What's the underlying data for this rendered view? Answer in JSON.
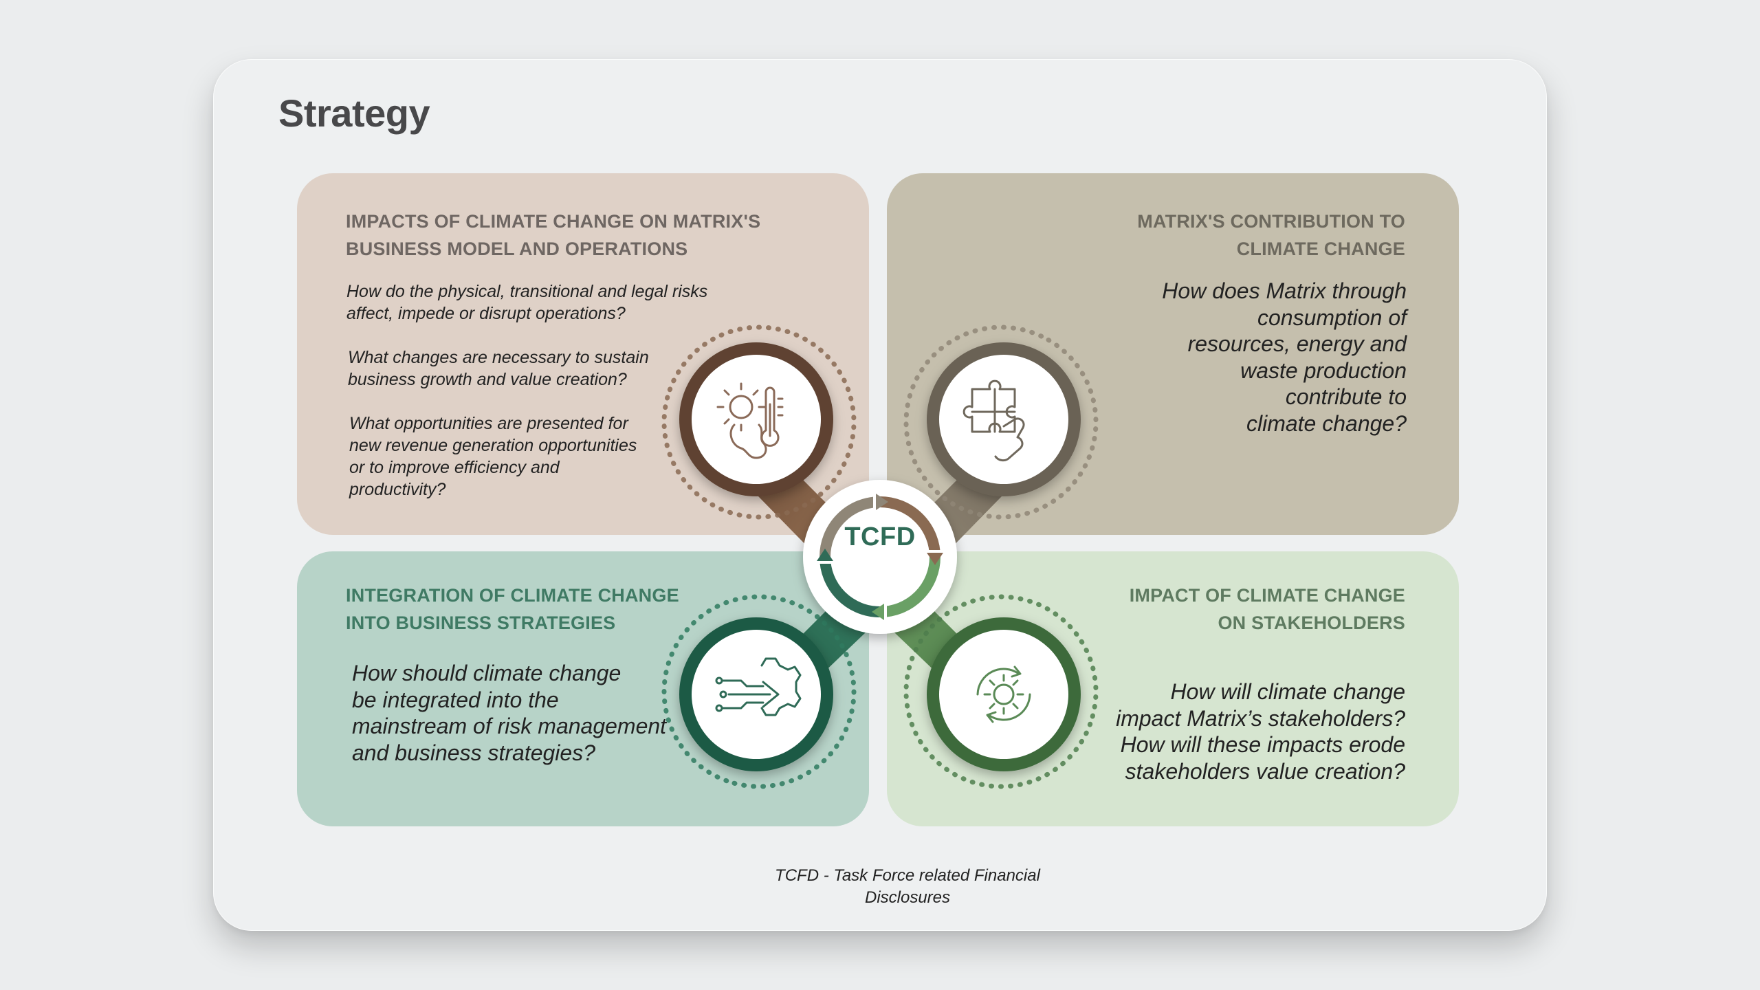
{
  "title": "Strategy",
  "quadrants": {
    "top_left": {
      "heading": [
        "IMPACTS OF CLIMATE CHANGE ON MATRIX'S",
        "BUSINESS MODEL AND OPERATIONS"
      ],
      "questions": [
        [
          "How do the physical, transitional and legal risks",
          "affect, impede or disrupt operations?"
        ],
        [
          "What changes are necessary to sustain",
          "business growth and value creation?"
        ],
        [
          "What opportunities are presented for",
          "new revenue generation opportunities",
          "or to improve efficiency and",
          "productivity?"
        ]
      ],
      "icon": "climate-thermometer-icon"
    },
    "top_right": {
      "heading": [
        "MATRIX'S CONTRIBUTION TO",
        "CLIMATE CHANGE"
      ],
      "question": [
        "How does Matrix through",
        "consumption of",
        "resources, energy and",
        "waste production",
        "contribute to",
        "climate change?"
      ],
      "icon": "puzzle-hand-icon"
    },
    "bottom_left": {
      "heading": [
        "INTEGRATION OF CLIMATE CHANGE",
        "INTO BUSINESS STRATEGIES"
      ],
      "question": [
        "How should climate change",
        "be integrated into the",
        "mainstream of risk management",
        "and business strategies?"
      ],
      "icon": "gear-circuit-arrow-icon"
    },
    "bottom_right": {
      "heading": [
        "IMPACT OF CLIMATE CHANGE",
        "ON STAKEHOLDERS"
      ],
      "question": [
        "How will climate change",
        "impact Matrix’s stakeholders?",
        "How will these impacts erode",
        "stakeholders value creation?"
      ],
      "icon": "gear-cycle-icon"
    }
  },
  "center_label": "TCFD",
  "footnote": [
    "TCFD - Task Force related Financial",
    "Disclosures"
  ],
  "colors": {
    "top_left_bg": "#dfd1c7",
    "top_right_bg": "#c5bfad",
    "bottom_left_bg": "#b7d3c8",
    "bottom_right_bg": "#d6e5d0",
    "brown_accent": "#7a5a44",
    "taupe_accent": "#857b6b",
    "teal_accent": "#2f6b57",
    "green_accent": "#5f8f5a"
  }
}
